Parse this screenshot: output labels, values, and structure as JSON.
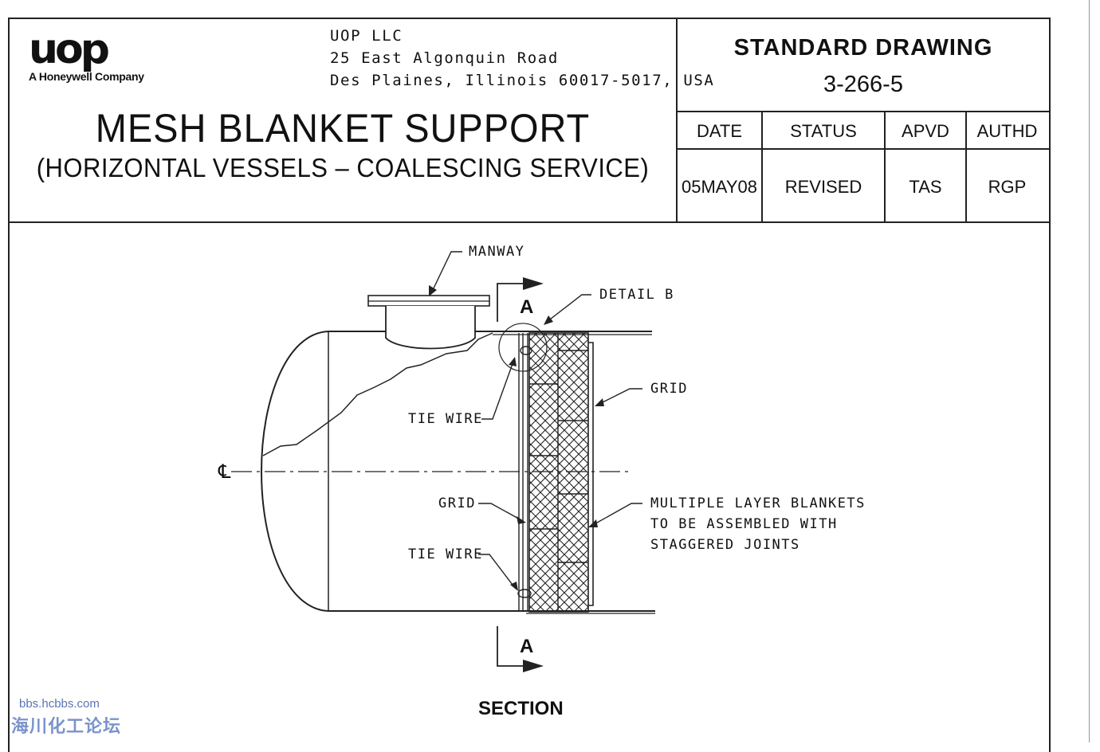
{
  "logo": {
    "text": "uop",
    "subtext": "A Honeywell Company"
  },
  "company": {
    "line1": "UOP LLC",
    "line2": "25 East Algonquin Road",
    "line3": "Des Plaines, Illinois 60017-5017, USA"
  },
  "title": "MESH BLANKET SUPPORT",
  "subtitle": "(HORIZONTAL VESSELS – COALESCING SERVICE)",
  "standard": {
    "heading": "STANDARD DRAWING",
    "number": "3-266-5"
  },
  "table": {
    "headers": [
      "DATE",
      "STATUS",
      "APVD",
      "AUTHD"
    ],
    "values": [
      "05MAY08",
      "REVISED",
      "TAS",
      "RGP"
    ]
  },
  "drawing": {
    "manway": "MANWAY",
    "detail": "DETAIL B",
    "grid_top": "GRID",
    "tie_wire_top": "TIE WIRE",
    "centerline": "℄",
    "grid_left": "GRID",
    "tie_wire_bottom": "TIE WIRE",
    "note": [
      "MULTIPLE LAYER BLANKETS",
      "TO BE ASSEMBLED WITH",
      "STAGGERED JOINTS"
    ],
    "section_mark_top": "A",
    "section_mark_bottom": "A",
    "section": "SECTION"
  },
  "watermark": {
    "url": "bbs.hcbbs.com",
    "name": "海川化工论坛",
    "color": "#5a74b6"
  }
}
